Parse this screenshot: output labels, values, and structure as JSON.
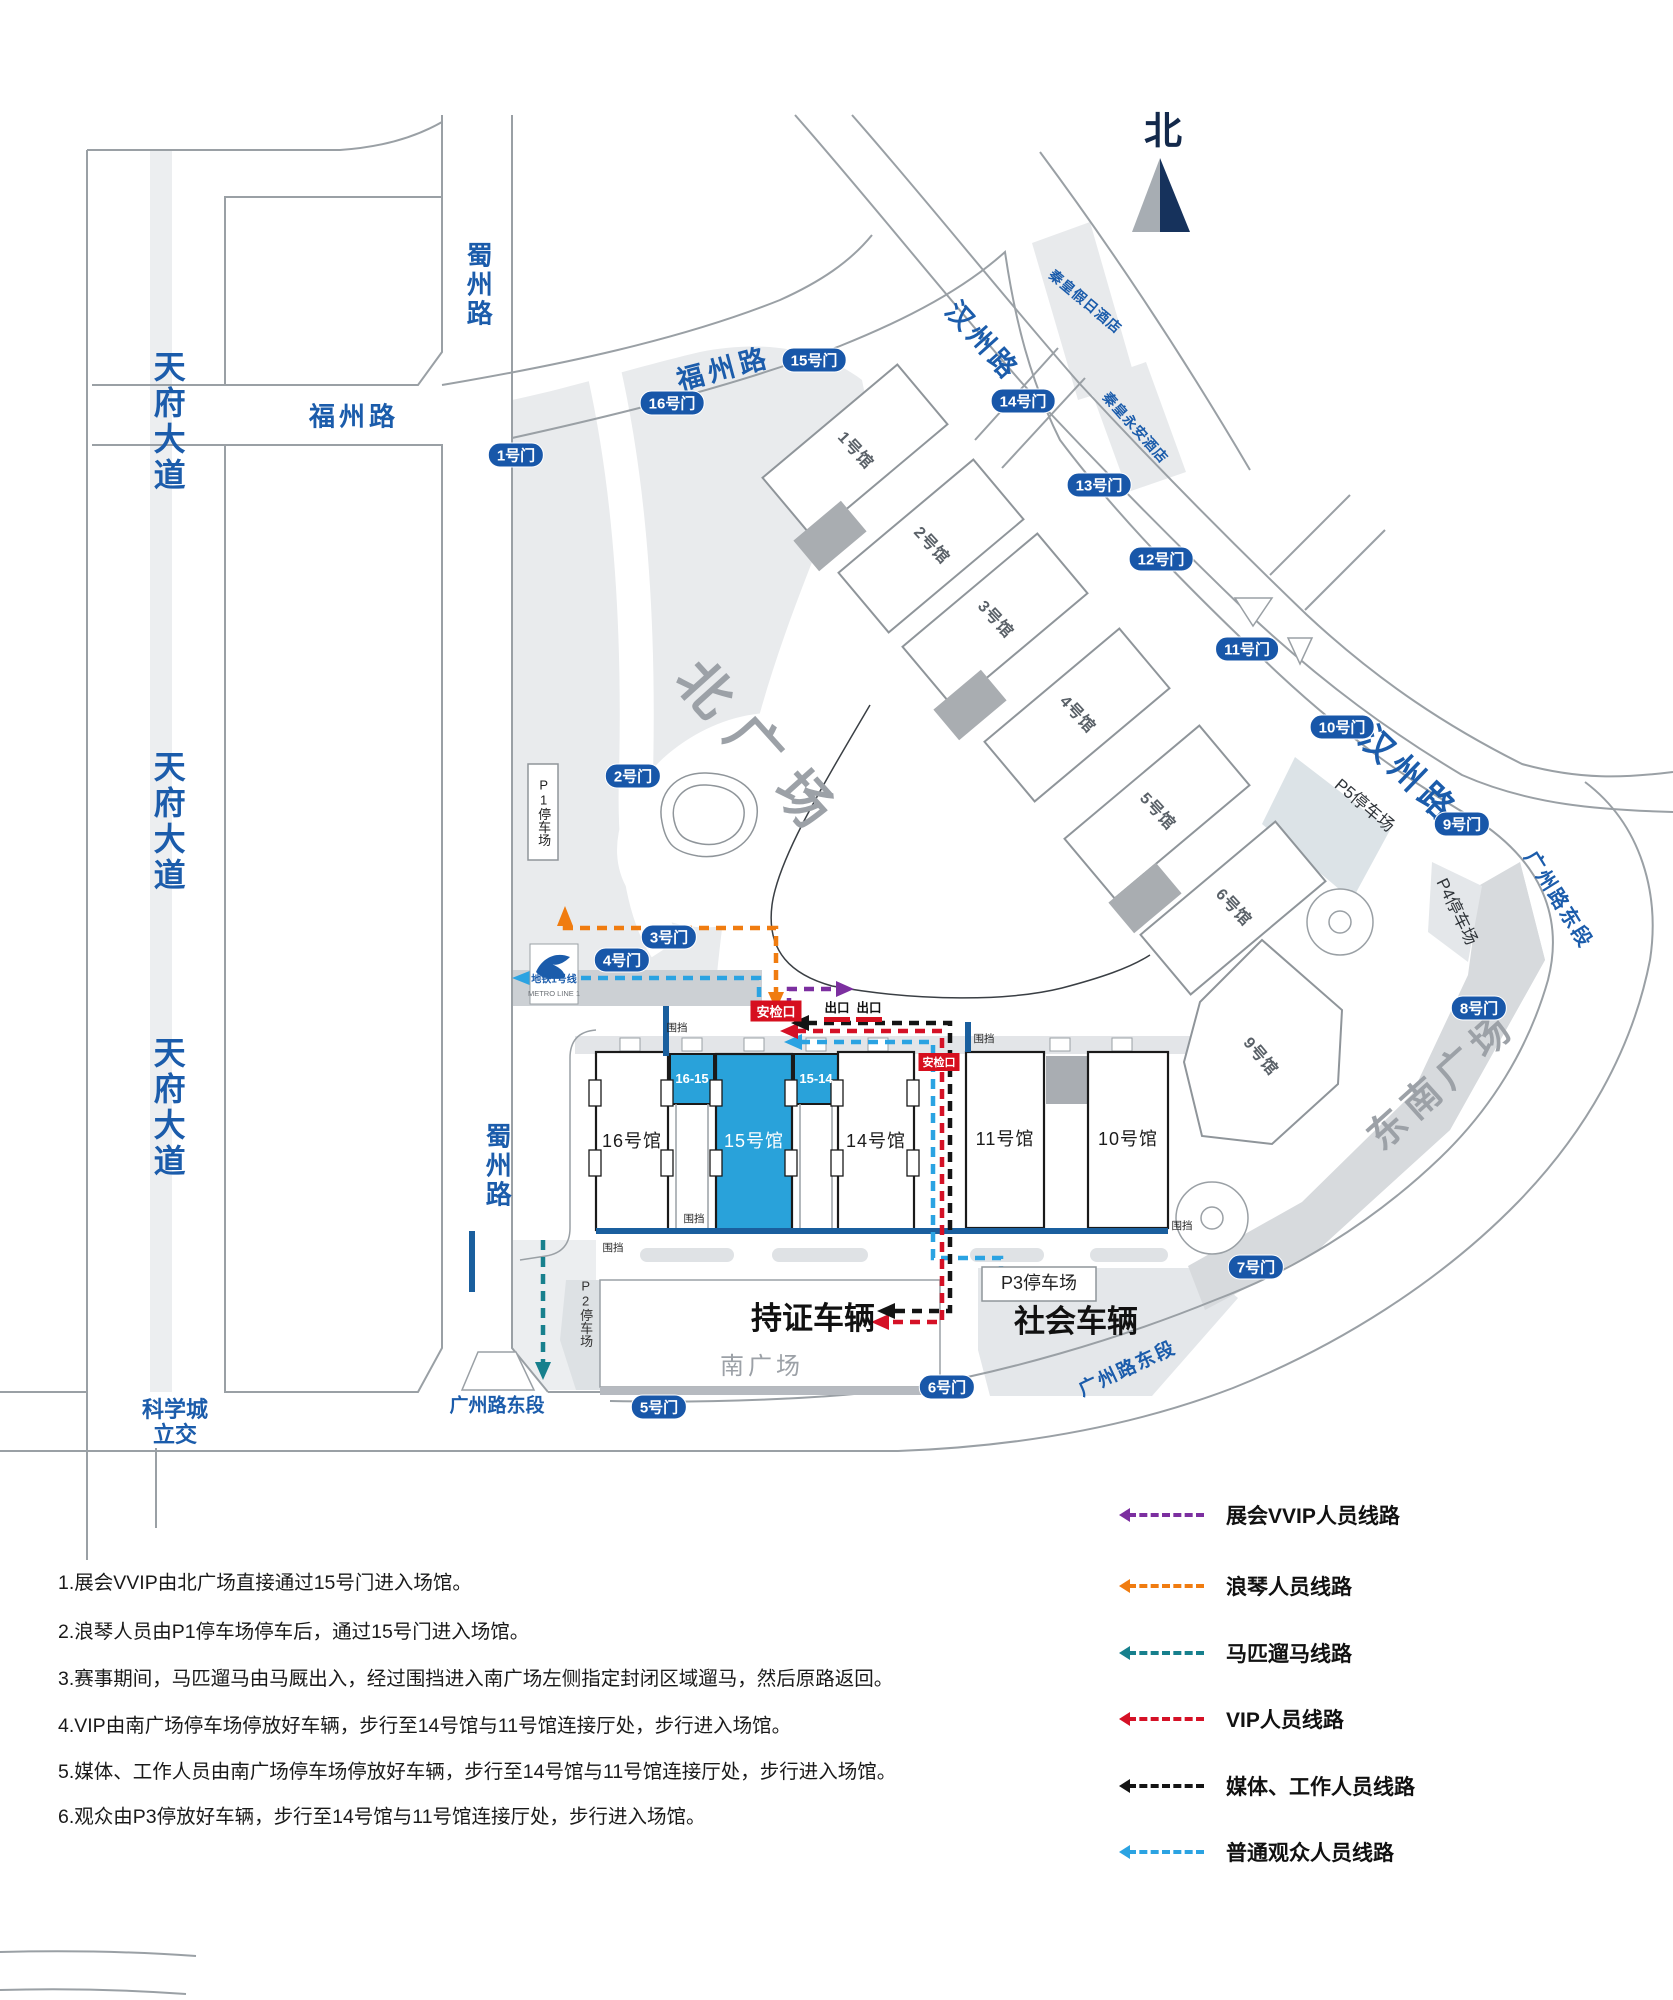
{
  "compass": {
    "north": "北"
  },
  "roads": {
    "tianfu": "天府大道",
    "shuzhou": "蜀州路",
    "fuzhou": "福州路",
    "hanzhou": "汉州路",
    "guangzhou_east": "广州路东段",
    "kexuecheng": "科学城立交"
  },
  "metro": {
    "cn": "地铁1号线",
    "en": "METRO LINE 1"
  },
  "plazas": {
    "north": "北广场",
    "south": "南广场",
    "southeast": "东南广场"
  },
  "hotels": {
    "holiday": "秦皇假日酒店",
    "yongan": "秦皇永安酒店"
  },
  "gates": [
    "1号门",
    "2号门",
    "3号门",
    "4号门",
    "5号门",
    "6号门",
    "7号门",
    "8号门",
    "9号门",
    "10号门",
    "11号门",
    "12号门",
    "13号门",
    "14号门",
    "15号门",
    "16号门"
  ],
  "halls": {
    "d1": "1号馆",
    "d2": "2号馆",
    "d3": "3号馆",
    "d4": "4号馆",
    "d5": "5号馆",
    "d6": "6号馆",
    "h9": "9号馆",
    "h10": "10号馆",
    "h11": "11号馆",
    "h14": "14号馆",
    "h15": "15号馆",
    "h16": "16号馆",
    "c1615": "16-15",
    "c1514": "15-14"
  },
  "parking": {
    "p1": "P1停车场",
    "p2": "P2停车场",
    "p3": "P3停车场",
    "p4": "P4停车场",
    "p5": "P5停车场"
  },
  "markers": {
    "security": "安检口",
    "exit": "出口",
    "fence": "围挡",
    "permit_vehicles": "持证车辆",
    "public_vehicles": "社会车辆"
  },
  "colors": {
    "route_vvip": "#7c2fa0",
    "route_longines": "#f07c10",
    "route_horse": "#17808d",
    "route_vip": "#d51126",
    "route_media": "#141414",
    "route_public": "#2ba3e2",
    "hall_highlight": "#29a2da",
    "gate_pill": "#1857a9",
    "security_red": "#d60f1e",
    "road_label_blue": "#1b5cab"
  },
  "legend": [
    {
      "label": "展会VVIP人员线路",
      "color": "#7c2fa0"
    },
    {
      "label": "浪琴人员线路",
      "color": "#f07c10"
    },
    {
      "label": "马匹遛马线路",
      "color": "#17808d"
    },
    {
      "label": "VIP人员线路",
      "color": "#d51126"
    },
    {
      "label": "媒体、工作人员线路",
      "color": "#141414"
    },
    {
      "label": "普通观众人员线路",
      "color": "#2ba3e2"
    }
  ],
  "notes": [
    "1.展会VVIP由北广场直接通过15号门进入场馆。",
    "2.浪琴人员由P1停车场停车后，通过15号门进入场馆。",
    "3.赛事期间，马匹遛马由马厩出入，经过围挡进入南广场左侧指定封闭区域遛马，然后原路返回。",
    "4.VIP由南广场停车场停放好车辆，步行至14号馆与11号馆连接厅处，步行进入场馆。",
    "5.媒体、工作人员由南广场停车场停放好车辆，步行至14号馆与11号馆连接厅处，步行进入场馆。",
    "6.观众由P3停放好车辆，步行至14号馆与11号馆连接厅处，步行进入场馆。"
  ]
}
